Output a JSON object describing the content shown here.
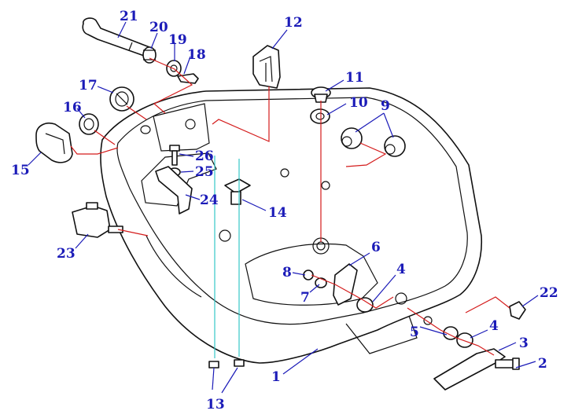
{
  "callouts": {
    "c1": "1",
    "c2": "2",
    "c3": "3",
    "c4a": "4",
    "c4b": "4",
    "c5": "5",
    "c6": "6",
    "c7": "7",
    "c8": "8",
    "c9": "9",
    "c10": "10",
    "c11": "11",
    "c12": "12",
    "c13": "13",
    "c14": "14",
    "c15": "15",
    "c16": "16",
    "c17": "17",
    "c18": "18",
    "c19": "19",
    "c20": "20",
    "c21": "21",
    "c22": "22",
    "c23": "23",
    "c24": "24",
    "c25": "25",
    "c26": "26"
  },
  "colors": {
    "callout_text": "#1b1bb8",
    "assembly_line_red": "#d41c1c",
    "assembly_line_cyan": "#35c8c8",
    "outline": "#111111"
  }
}
